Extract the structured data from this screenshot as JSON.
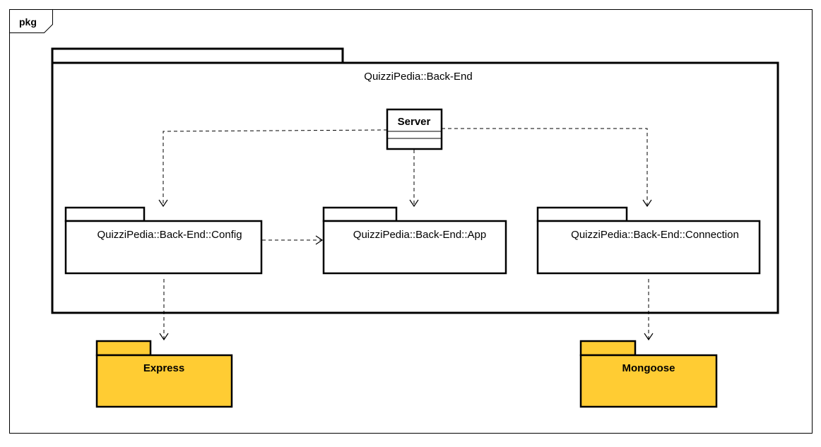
{
  "frame": {
    "label": "pkg"
  },
  "main_package": {
    "name": "QuizziPedia::Back-End"
  },
  "server_class": {
    "name": "Server"
  },
  "subpackages": {
    "config": {
      "name": "QuizziPedia::Back-End::Config"
    },
    "app": {
      "name": "QuizziPedia::Back-End::App"
    },
    "connection": {
      "name": "QuizziPedia::Back-End::Connection"
    }
  },
  "external_packages": {
    "express": {
      "name": "Express"
    },
    "mongoose": {
      "name": "Mongoose"
    }
  },
  "colors": {
    "external_fill": "#FFCC33",
    "line": "#000000",
    "background": "#FFFFFF"
  }
}
